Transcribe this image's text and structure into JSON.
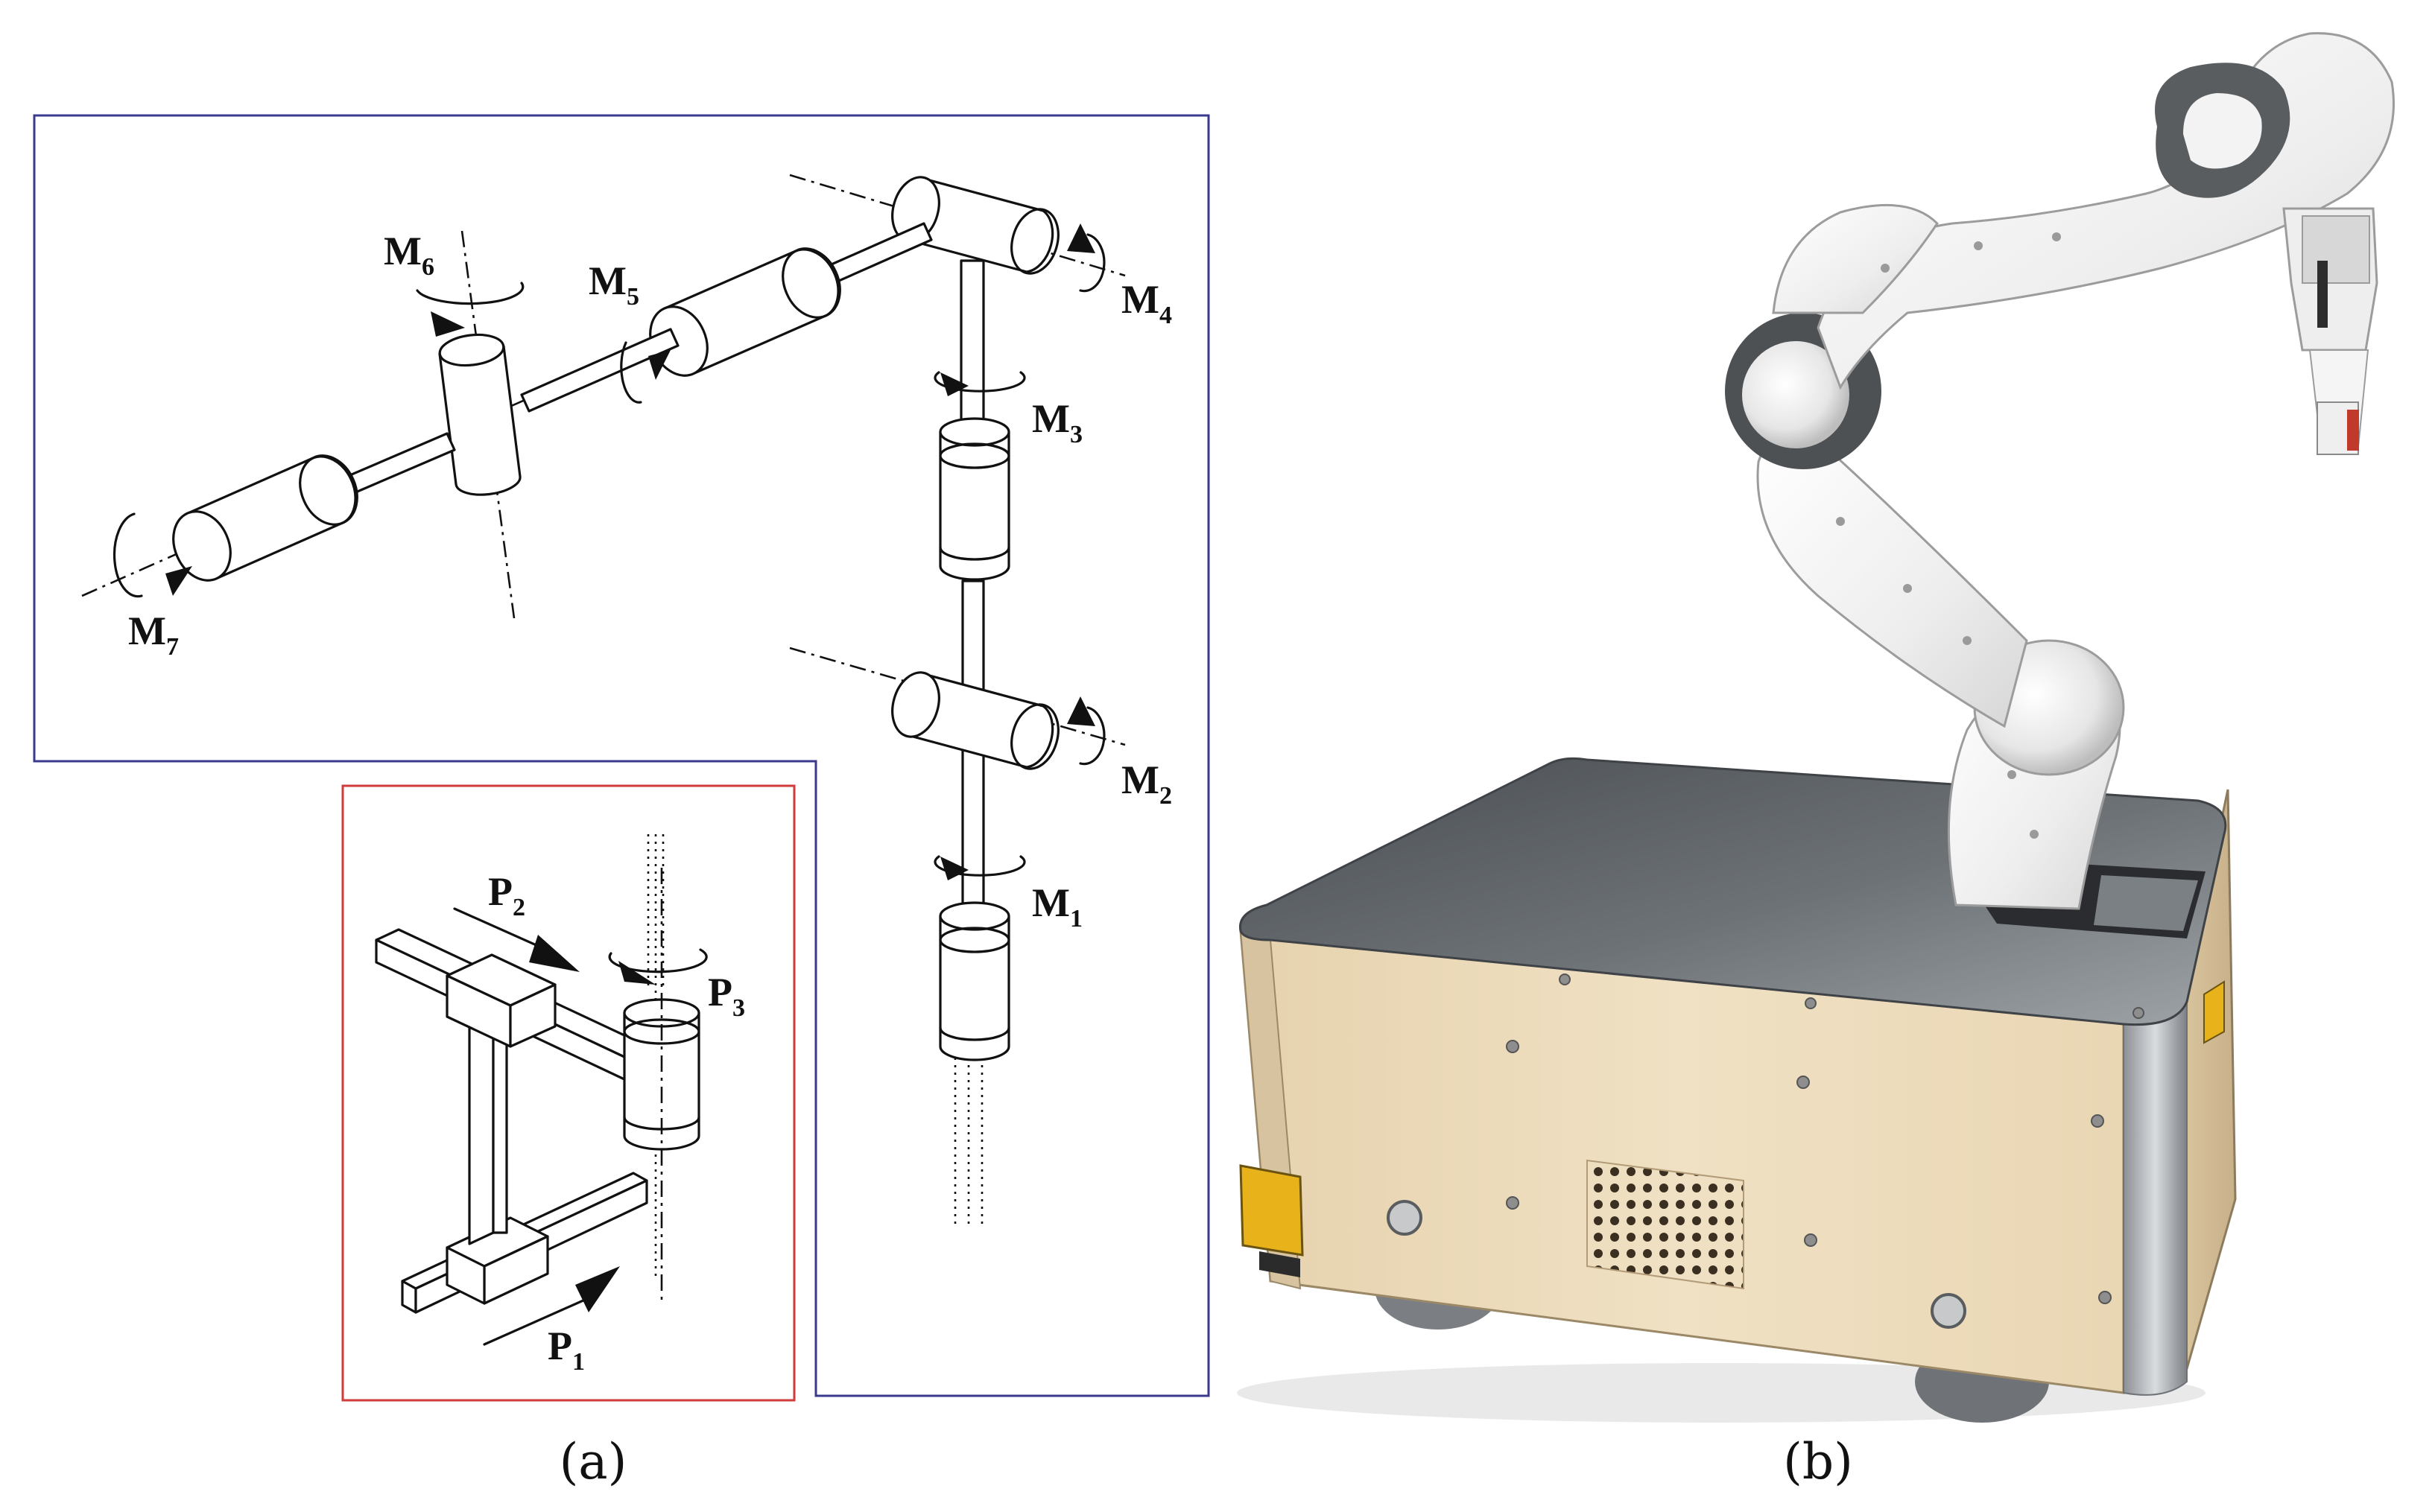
{
  "figure": {
    "panel_a": {
      "caption": "(a)",
      "manipulator_joints": [
        {
          "main": "M",
          "sub": "1"
        },
        {
          "main": "M",
          "sub": "2"
        },
        {
          "main": "M",
          "sub": "3"
        },
        {
          "main": "M",
          "sub": "4"
        },
        {
          "main": "M",
          "sub": "5"
        },
        {
          "main": "M",
          "sub": "6"
        },
        {
          "main": "M",
          "sub": "7"
        }
      ],
      "platform_joints": [
        {
          "main": "P",
          "sub": "1"
        },
        {
          "main": "P",
          "sub": "2"
        },
        {
          "main": "P",
          "sub": "3"
        }
      ],
      "colors": {
        "manipulator_frame": "#3a3a8c",
        "platform_frame": "#d23b3b",
        "ink": "#111111"
      }
    },
    "panel_b": {
      "caption": "(b)",
      "photo_subject": "mobile-manipulator-photo",
      "colors": {
        "arm_white": "#f1f1f1",
        "arm_grey": "#5a5a5a",
        "top_plate": "#5e6266",
        "wood_panel": "#ead9b8",
        "bumper_yellow": "#e8b21b"
      }
    }
  }
}
